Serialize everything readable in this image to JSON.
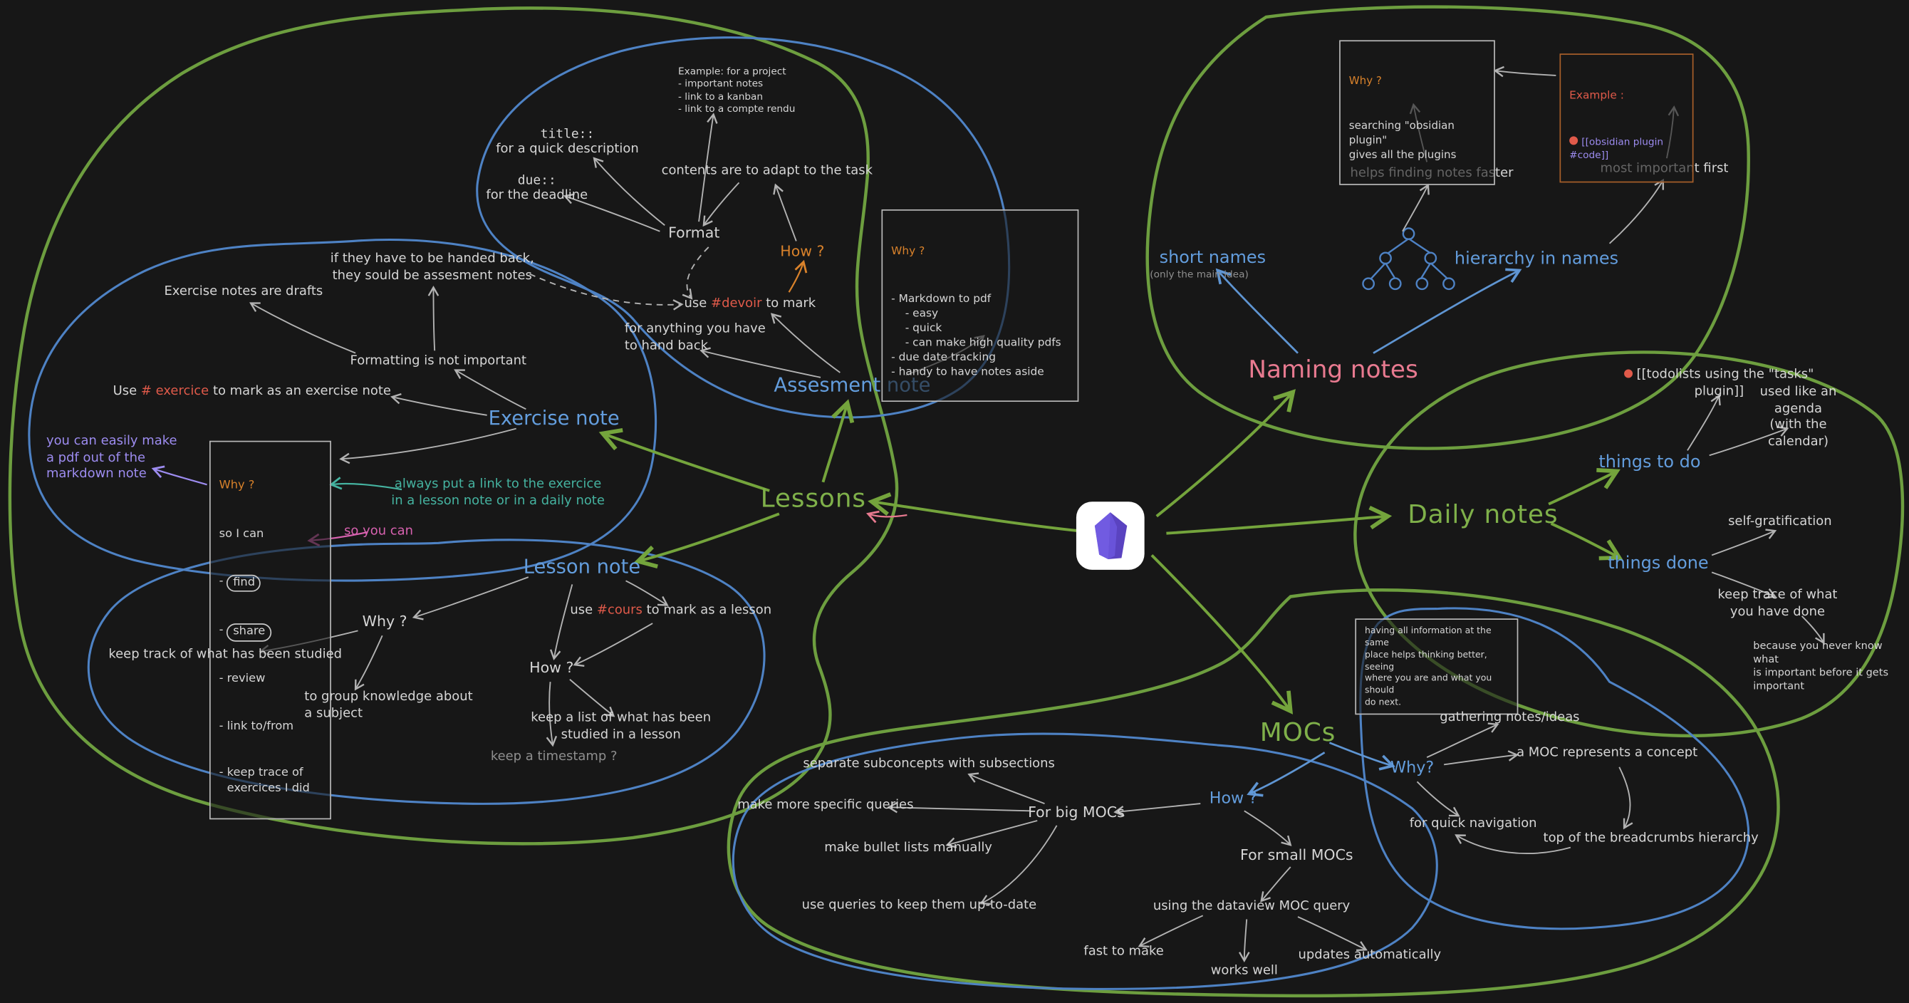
{
  "canvas": {
    "background": "#171717"
  },
  "colors": {
    "green": "#74a43c",
    "blue": "#5f95d2",
    "orange": "#d9822b",
    "tag_red": "#e05a4a",
    "purple": "#9d8cf0",
    "pink": "#e87a90",
    "magenta": "#d862b0",
    "teal": "#45b3a0"
  },
  "lessons": {
    "title": "Lessons",
    "assesment": {
      "title": "Assesment note",
      "format": "Format",
      "how": "How ?",
      "field_title_code": "title::",
      "field_title_desc": "for a quick description",
      "field_due_code": "due::",
      "field_due_desc": "for the deadline",
      "example": "Example: for a project\n- important notes\n- link to a kanban\n- link to a compte rendu",
      "contents": "contents are to adapt to the task",
      "use_pre": "use ",
      "use_tag": "#devoir",
      "use_post": " to mark",
      "hand_back": "for anything you have\nto hand back",
      "why_title": "Why ?",
      "why_body": "- Markdown to pdf\n    - easy\n    - quick\n    - can make high quality pdfs\n- due date tracking\n- handy to have notes aside"
    },
    "exercise": {
      "title": "Exercise note",
      "handed_back": "if they have to be handed back,\nthey sould be assesment notes",
      "drafts": "Exercise notes are drafts",
      "formatting": "Formatting is not important",
      "use_pre": "Use ",
      "use_tag": "# exercice",
      "use_post": " to mark as an exercise note",
      "pdf_note": "you can easily make\na pdf out of the\nmarkdown note",
      "why_title": "Why ?",
      "why_intro": "so I can",
      "dash": "-",
      "item_find": "find",
      "item_share": "share",
      "item_review": "review",
      "item_link": "link to/from",
      "item_trace": "keep trace of\nexercices I did",
      "so_you_can": "so you can",
      "always_link": "always put a link to the exercice\nin a lesson note or in a daily note"
    },
    "lesson_note": {
      "title": "Lesson note",
      "use_pre": "use ",
      "use_tag": "#cours",
      "use_post": " to mark as a lesson",
      "why": "Why ?",
      "keep_track": "keep track of what has been studied",
      "group": "to group knowledge about\na subject",
      "how": "How ?",
      "keep_list": "keep a list of what has been\nstudied in a lesson",
      "timestamp": "keep a timestamp ?"
    }
  },
  "naming": {
    "title": "Naming notes",
    "short_names": "short names",
    "short_names_note": "(only the main idea)",
    "hierarchy": "hierarchy in names",
    "helps_finding": "helps finding notes faster",
    "most_important": "most important first",
    "why_title": "Why ?",
    "why_body": "searching \"obsidian plugin\"\ngives all the plugins",
    "example_title": "Example :",
    "example_body": "[[obsidian plugin #code]]"
  },
  "daily": {
    "title": "Daily notes",
    "todo": "things to do",
    "todolists": "[[todolists using the \"tasks\" plugin]]",
    "agenda": "used like an agenda\n(with the calendar)",
    "done": "things done",
    "self_gratification": "self-gratification",
    "keep_trace": "keep trace of what you have done",
    "never_know": "because you never know what\nis important before it gets\nimportant"
  },
  "mocs": {
    "title": "MOCs",
    "info": "having all information at the same\nplace helps thinking better, seeing\nwhere you are and what you should\ndo next.",
    "why": "Why?",
    "gathering": "gathering notes/ideas",
    "concept": "a MOC represents a concept",
    "quick_nav": "for quick navigation",
    "breadcrumbs": "top of the breadcrumbs hierarchy",
    "how": "How ?",
    "big": "For big MOCs",
    "separate": "separate subconcepts with subsections",
    "queries": "make more specific queries",
    "bullets": "make bullet lists manually",
    "uptodate": "use queries to keep them up-to-date",
    "small": "For small MOCs",
    "dataview": "using the dataview MOC query",
    "fast": "fast to make",
    "works": "works well",
    "updates": "updates automatically"
  }
}
